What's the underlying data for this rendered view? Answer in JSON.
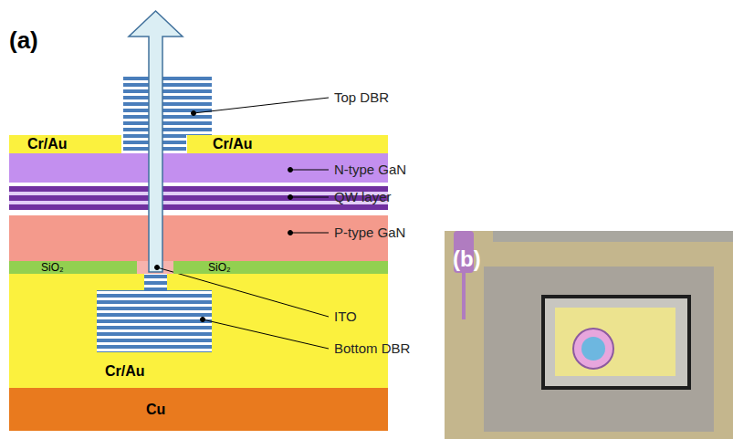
{
  "diagram": {
    "nodes": [
      {
        "text": [
          "Cr/Au"
        ]
      },
      {
        "text": [
          "Cr/Au"
        ]
      },
      {
        "text": [
          "SiO₂"
        ]
      },
      {
        "text": [
          "SiO₂"
        ]
      },
      {
        "text": [
          "Cr/Au"
        ]
      },
      {
        "text": [
          "Cu"
        ]
      }
    ],
    "labels": [
      "(a)",
      "Top DBR",
      "N-type GaN",
      "QW layer",
      "P-type GaN",
      "ITO",
      "Bottom DBR",
      "(b)"
    ]
  }
}
